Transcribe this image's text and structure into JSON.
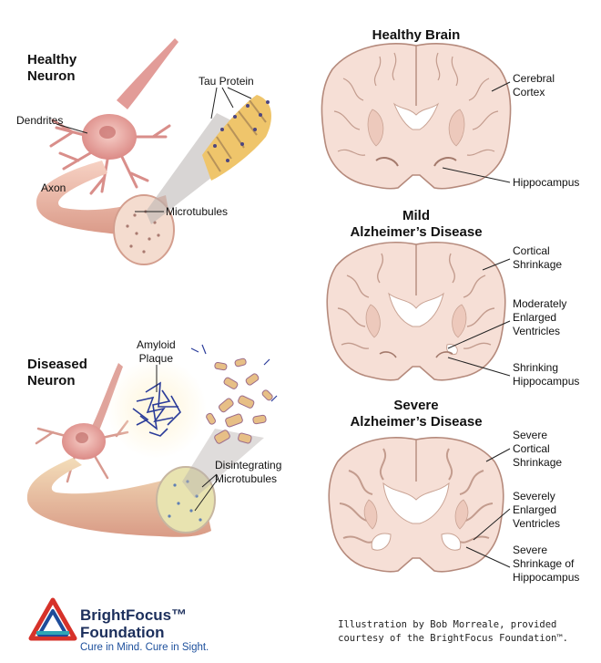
{
  "left": {
    "healthy_neuron": {
      "title_line1": "Healthy",
      "title_line2": "Neuron",
      "labels": {
        "dendrites": "Dendrites",
        "axon": "Axon",
        "tau_protein": "Tau Protein",
        "microtubules": "Microtubules"
      }
    },
    "diseased_neuron": {
      "title_line1": "Diseased",
      "title_line2": "Neuron",
      "labels": {
        "amyloid_line1": "Amyloid",
        "amyloid_line2": "Plaque",
        "disintegrating_line1": "Disintegrating",
        "disintegrating_line2": "Microtubules"
      }
    }
  },
  "right": {
    "healthy_brain": {
      "title": "Healthy Brain",
      "labels": {
        "cortex_line1": "Cerebral",
        "cortex_line2": "Cortex",
        "hippocampus": "Hippocampus"
      }
    },
    "mild": {
      "title_line1": "Mild",
      "title_line2": "Alzheimer’s Disease",
      "labels": {
        "cortical_line1": "Cortical",
        "cortical_line2": "Shrinkage",
        "ventricles_line1": "Moderately",
        "ventricles_line2": "Enlarged",
        "ventricles_line3": "Ventricles",
        "hippo_line1": "Shrinking",
        "hippo_line2": "Hippocampus"
      }
    },
    "severe": {
      "title_line1": "Severe",
      "title_line2": "Alzheimer’s Disease",
      "labels": {
        "cortical_line1": "Severe",
        "cortical_line2": "Cortical",
        "cortical_line3": "Shrinkage",
        "ventricles_line1": "Severely",
        "ventricles_line2": "Enlarged",
        "ventricles_line3": "Ventricles",
        "hippo_line1": "Severe",
        "hippo_line2": "Shrinkage of",
        "hippo_line3": "Hippocampus"
      }
    }
  },
  "footer": {
    "logo_name_line1": "BrightFocus™",
    "logo_name_line2": "Foundation",
    "logo_tagline": "Cure in Mind. Cure in Sight.",
    "credit_line1": "Illustration by Bob Morreale, provided",
    "credit_line2": "courtesy of the BrightFocus Foundation™."
  },
  "colors": {
    "brain_fill": "#f6dfd6",
    "brain_outline": "#b58a7c",
    "neuron_fill": "#e9a3a0",
    "axon_fill": "#f1c3b5",
    "plaque": "#2b3c9a",
    "logo_red": "#d6322a",
    "logo_blue": "#1e4c9a",
    "logo_teal": "#2fa6b4"
  }
}
